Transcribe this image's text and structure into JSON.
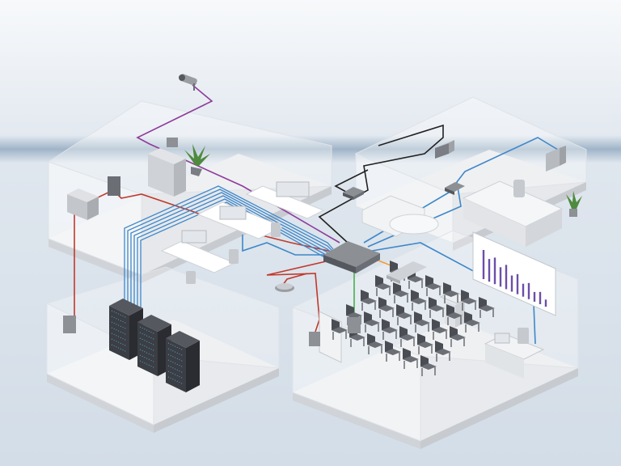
{
  "colors": {
    "bg_top": "#f4f6f9",
    "bg_band": "#c9d6e3",
    "bg_bottom": "#d8e1ea",
    "floor": "#e9ebee",
    "floor_edge": "#d2d5da",
    "wall": "#ffffff",
    "device_dark": "#3b3e44",
    "device_mid": "#7a7d83",
    "device_light": "#c9ccd1",
    "cable_red": "#c0392b",
    "cable_blue": "#3d87c9",
    "cable_purple": "#8e3c9a",
    "cable_black": "#222222",
    "cable_green": "#4caf50",
    "cable_orange": "#f39c34",
    "plant": "#4f8a3f",
    "screen_bar": "#6b4fa8"
  },
  "icons": {
    "camera": "cctv-camera-icon",
    "switch": "network-switch-icon",
    "server": "server-rack-icon",
    "access_point": "wireless-access-point-icon",
    "printer": "printer-icon",
    "wall_outlet": "network-outlet-icon",
    "plant": "potted-plant-icon"
  },
  "chart_on_screen": {
    "values": [
      0.9,
      0.7,
      0.82,
      0.6,
      0.75,
      0.5,
      0.62,
      0.4,
      0.5,
      0.3,
      0.38,
      0.22
    ]
  }
}
